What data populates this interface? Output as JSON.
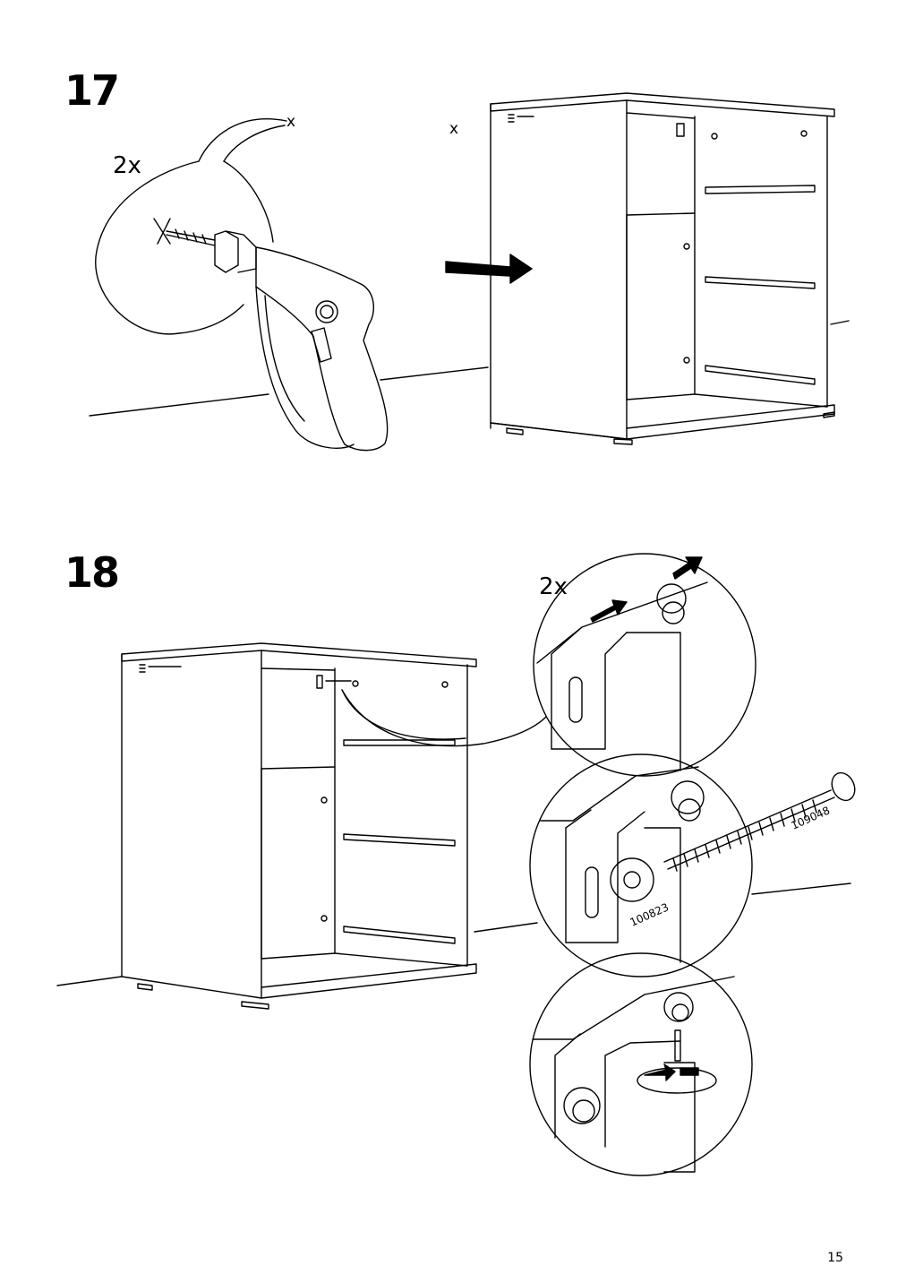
{
  "page": {
    "number": "15"
  },
  "steps": [
    {
      "number": "17",
      "quantity": "2x",
      "marks": [
        "x",
        "x"
      ]
    },
    {
      "number": "18",
      "quantity": "2x",
      "parts": [
        "109048",
        "100823"
      ]
    }
  ]
}
